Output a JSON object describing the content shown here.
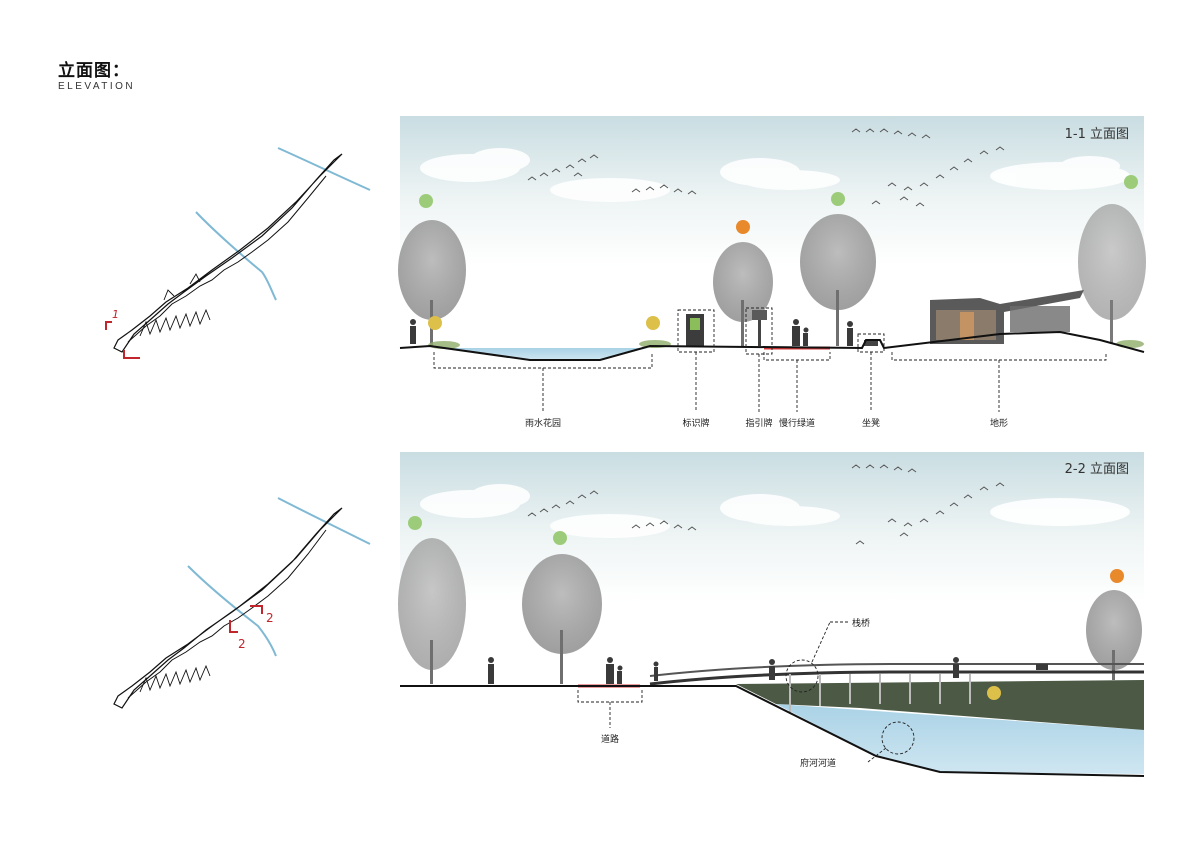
{
  "header": {
    "title_cn": "立面图：",
    "title_en": "ELEVATION"
  },
  "keymap1": {
    "marker": "1"
  },
  "keymap2": {
    "marker_a": "2",
    "marker_b": "2"
  },
  "elevation1": {
    "title": "1-1 立面图",
    "labels": {
      "rain_garden": "雨水花园",
      "sign_board": "标识牌",
      "guide_board": "指引牌",
      "greenway": "慢行绿道",
      "bench": "坐凳",
      "terrain": "地形"
    }
  },
  "elevation2": {
    "title": "2-2 立面图",
    "labels": {
      "trestle": "栈桥",
      "road": "道路",
      "river": "府河河道"
    }
  },
  "colors": {
    "marker_green": "#9ccc7a",
    "marker_orange": "#e8892b",
    "marker_yellow": "#dcc049",
    "water": "#9cc8df",
    "section_red": "#c0262c",
    "path_red": "#d83a3a"
  }
}
